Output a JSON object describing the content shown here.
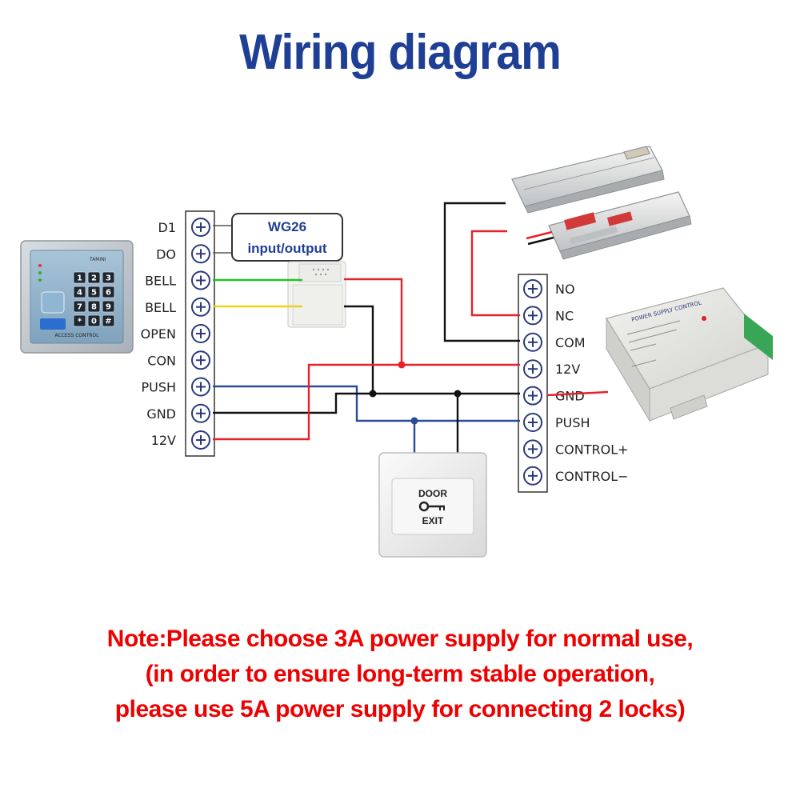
{
  "title": "Wiring diagram",
  "left_terminal_labels": [
    "D1",
    "DO",
    "BELL",
    "BELL",
    "OPEN",
    "CON",
    "PUSH",
    "GND",
    "12V"
  ],
  "right_terminal_labels": [
    "NO",
    "NC",
    "COM",
    "12V",
    "GND",
    "PUSH",
    "CONTROL+",
    "CONTROL−"
  ],
  "wg26_box": {
    "line1": "WG26",
    "line2": "input/output"
  },
  "keypad": {
    "brand": "TAMINI",
    "panel_text": "ACCESS CONTROL",
    "keys": [
      "1",
      "2",
      "3",
      "4",
      "5",
      "6",
      "7",
      "8",
      "9",
      "*",
      "0",
      "#"
    ]
  },
  "exit_button": {
    "top": "DOOR",
    "bottom": "EXIT"
  },
  "power_supply": {
    "label": "POWER SUPPLY CONTROL"
  },
  "wire_colors": {
    "red": "#e8202a",
    "black": "#111111",
    "blue": "#2a4a9a",
    "green": "#22c422",
    "yellow": "#f0d020"
  },
  "note": {
    "line1": "Note:Please choose 3A power supply for normal use,",
    "line2": "(in order to ensure long-term stable operation,",
    "line3": "please use 5A power supply for connecting 2 locks)"
  }
}
